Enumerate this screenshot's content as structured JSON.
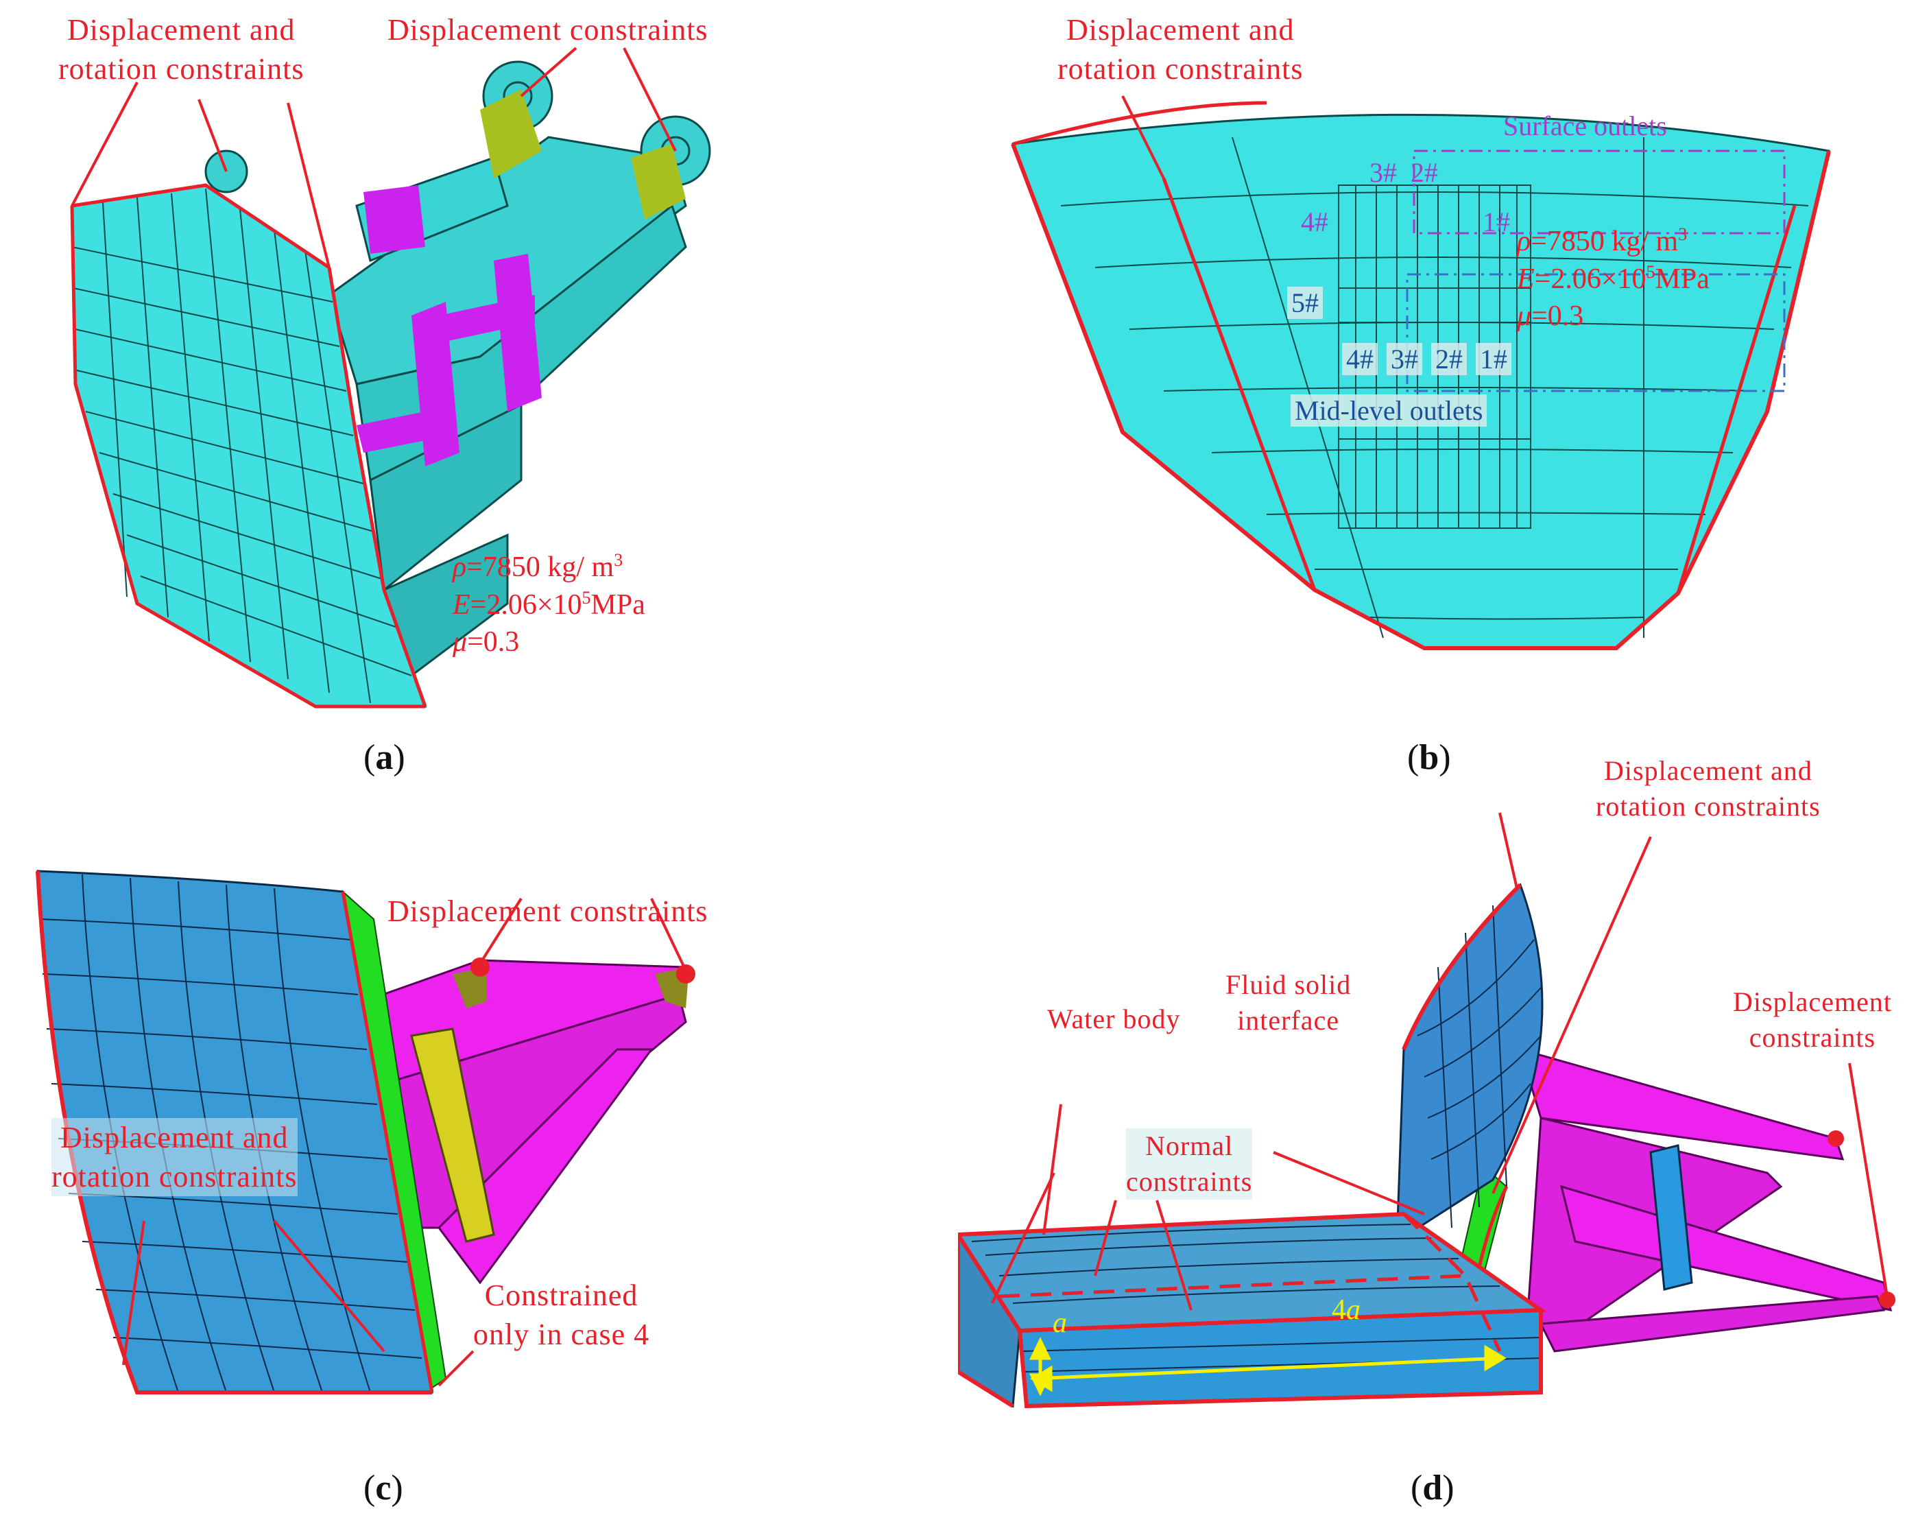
{
  "panel_a": {
    "label_rotation": "Displacement and\nrotation constraints",
    "label_displacement": "Displacement constraints",
    "material_rho": "=7850 kg/ m",
    "material_rho_sym": "ρ",
    "material_rho_exp": "3",
    "material_E_sym": "E",
    "material_E": "=2.06×10",
    "material_E_exp": "5",
    "material_E_unit": "MPa",
    "material_mu_sym": "μ",
    "material_mu": "=0.3",
    "caption_open": "(",
    "caption_letter": "a",
    "caption_close": ")"
  },
  "panel_b": {
    "label_rotation": "Displacement and\nrotation constraints",
    "surface_outlets": "Surface outlets",
    "mid_level_outlets": "Mid-level outlets",
    "surface_numbers": [
      "3#",
      "2#",
      "4#",
      "1#"
    ],
    "mid_numbers": [
      "5#",
      "4#",
      "3#",
      "2#",
      "1#"
    ],
    "material_rho_sym": "ρ",
    "material_rho": "=7850 kg/ m",
    "material_rho_exp": "3",
    "material_E_sym": "E",
    "material_E": "=2.06×10",
    "material_E_exp": "5",
    "material_E_unit": "MPa",
    "material_mu_sym": "μ",
    "material_mu": "=0.3",
    "caption_open": "(",
    "caption_letter": "b",
    "caption_close": ")"
  },
  "panel_c": {
    "label_displacement": "Displacement constraints",
    "label_rotation": "Displacement and\nrotation constraints",
    "label_case4": "Constrained\nonly in case 4",
    "caption_open": "(",
    "caption_letter": "c",
    "caption_close": ")"
  },
  "panel_d": {
    "label_rotation": "Displacement and\nrotation constraints",
    "label_displacement": "Displacement\nconstraints",
    "label_fluid": "Fluid solid\ninterface",
    "label_water": "Water body",
    "label_normal": "Normal\nconstraints",
    "dim_a": "a",
    "dim_4a_num": "4",
    "dim_4a_var": "a",
    "caption_open": "(",
    "caption_letter": "d",
    "caption_close": ")"
  },
  "colors": {
    "annotation_red": "#e8202a",
    "cyan_mesh": "#3fd8d8",
    "blue_mesh": "#3a9ad6",
    "magenta_arm": "#ee22ee",
    "green_strip": "#22dd22",
    "purple_box": "#a040c8",
    "yellow_dim": "#f4f000"
  }
}
